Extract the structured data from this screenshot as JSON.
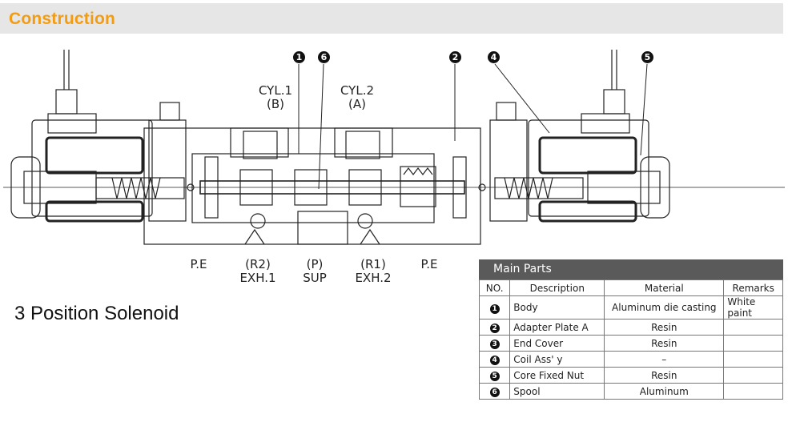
{
  "header": {
    "title": "Construction"
  },
  "diagram": {
    "callouts": [
      "1",
      "6",
      "2",
      "4",
      "5"
    ],
    "port_labels": {
      "cyl1": "CYL.1",
      "cyl1_sub": "(B)",
      "cyl2": "CYL.2",
      "cyl2_sub": "(A)",
      "pe_left": "P.E",
      "r2": "(R2)",
      "r2_sub": "EXH.1",
      "p": "(P)",
      "p_sub": "SUP",
      "r1": "(R1)",
      "r1_sub": "EXH.2",
      "pe_right": "P.E"
    }
  },
  "subtitle": "3 Position Solenoid",
  "parts": {
    "title": "Main Parts",
    "columns": [
      "NO.",
      "Description",
      "Material",
      "Remarks"
    ],
    "rows": [
      {
        "no": "1",
        "description": "Body",
        "material": "Aluminum die casting",
        "remarks": "White paint"
      },
      {
        "no": "2",
        "description": "Adapter Plate A",
        "material": "Resin",
        "remarks": ""
      },
      {
        "no": "3",
        "description": "End Cover",
        "material": "Resin",
        "remarks": ""
      },
      {
        "no": "4",
        "description": "Coil Ass' y",
        "material": "–",
        "remarks": ""
      },
      {
        "no": "5",
        "description": "Core Fixed Nut",
        "material": "Resin",
        "remarks": ""
      },
      {
        "no": "6",
        "description": "Spool",
        "material": "Aluminum",
        "remarks": ""
      }
    ]
  }
}
